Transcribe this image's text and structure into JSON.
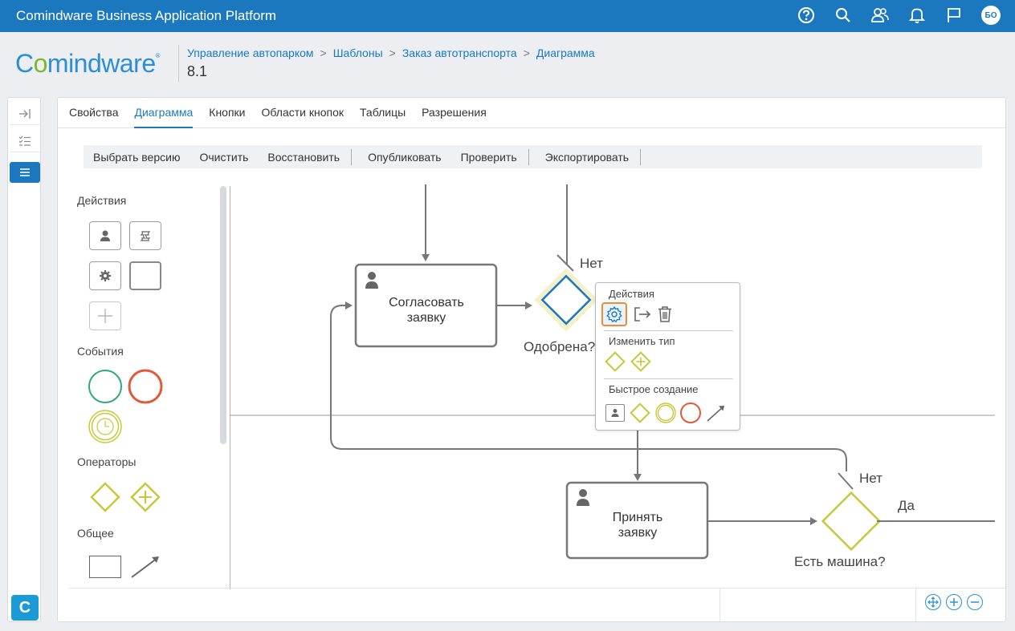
{
  "topbar": {
    "title": "Comindware Business Application Platform",
    "user_initials": "БО",
    "icons": [
      "help-icon",
      "search-icon",
      "users-icon",
      "bell-icon",
      "flag-icon"
    ]
  },
  "header": {
    "logo": {
      "part1": "C",
      "part2": "o",
      "part3": "mindware",
      "mark": "®"
    },
    "breadcrumb": [
      "Управление автопарком",
      "Шаблоны",
      "Заказ автотранспорта",
      "Диаграмма"
    ],
    "breadcrumb_sep": ">",
    "version": "8.1"
  },
  "tabs": [
    "Свойства",
    "Диаграмма",
    "Кнопки",
    "Области кнопок",
    "Таблицы",
    "Разрешения"
  ],
  "active_tab": "Диаграмма",
  "toolbar": {
    "choose_version": "Выбрать версию",
    "clear": "Очистить",
    "restore": "Восстановить",
    "publish": "Опубликовать",
    "check": "Проверить",
    "export": "Экспортировать"
  },
  "palette": {
    "actions": "Действия",
    "events": "События",
    "operators": "Операторы",
    "general": "Общее"
  },
  "diagram": {
    "task1": [
      "Согласовать",
      "заявку"
    ],
    "task2": [
      "Принять",
      "заявку"
    ],
    "gateway1_label": "Одобрена?",
    "gateway2_label": "Есть машина?",
    "no_label_1": "Нет",
    "no_label_2": "Нет",
    "yes_label": "Да"
  },
  "context_menu": {
    "actions": "Действия",
    "change_type": "Изменить тип",
    "quick_create": "Быстрое создание"
  },
  "colors": {
    "primary": "#1b78bf",
    "gateway": "#c8c83a",
    "event_start": "#2eaa7a",
    "event_end": "#e05a3a",
    "highlight": "#f08a36"
  }
}
